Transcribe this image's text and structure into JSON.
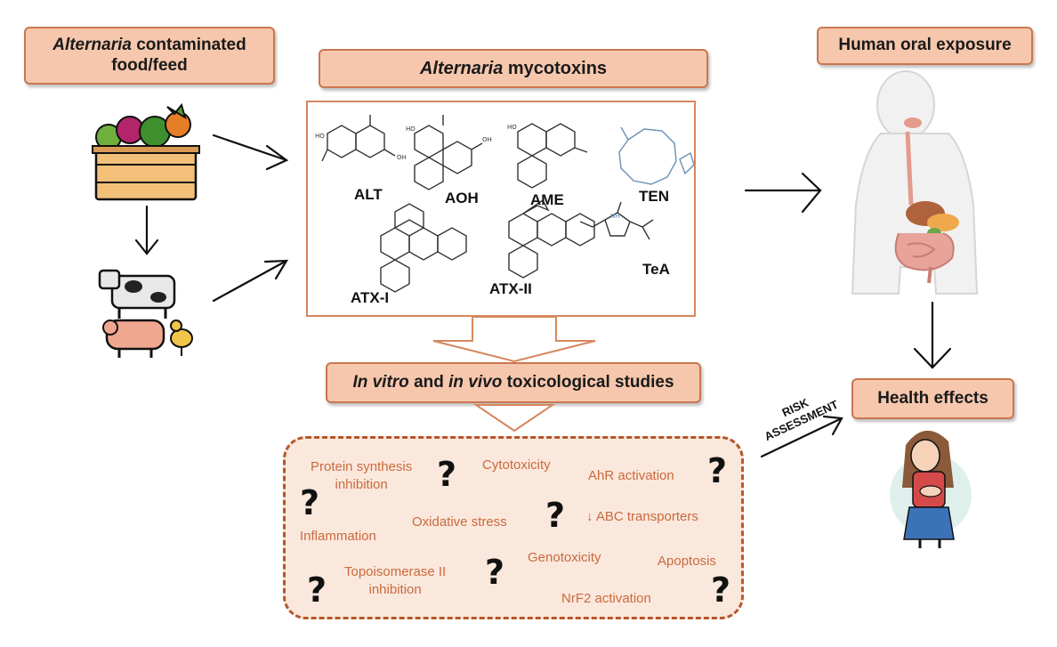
{
  "boxes": {
    "food_italic": "Alternaria",
    "food_rest1": " contaminated",
    "food_rest2": "food/feed",
    "myco_italic": "Alternaria",
    "myco_rest": " mycotoxins",
    "human": "Human oral exposure",
    "studies_it1": "In vitro",
    "studies_mid": " and ",
    "studies_it2": "in vivo",
    "studies_rest": " toxicological studies",
    "health": "Health effects"
  },
  "molecules": [
    "ALT",
    "AOH",
    "AME",
    "TEN",
    "ATX-I",
    "ATX-II",
    "TeA"
  ],
  "effects": {
    "protein1": "Protein synthesis",
    "protein2": "inhibition",
    "cyto": "Cytotoxicity",
    "ahr": "AhR activation",
    "oxid": "Oxidative stress",
    "abc": "↓ ABC transporters",
    "inflam": "Inflammation",
    "geno": "Genotoxicity",
    "apop": "Apoptosis",
    "topo1": "Topoisomerase II",
    "topo2": "inhibition",
    "nrf": "NrF2 activation"
  },
  "qmark": "?",
  "risk": {
    "line1": "RISK",
    "line2": "ASSESSMENT"
  },
  "colors": {
    "box_fill": "#f6c7ad",
    "box_border": "#c9774f",
    "effect_text": "#c86a3c",
    "dashed_border": "#b5582b"
  }
}
